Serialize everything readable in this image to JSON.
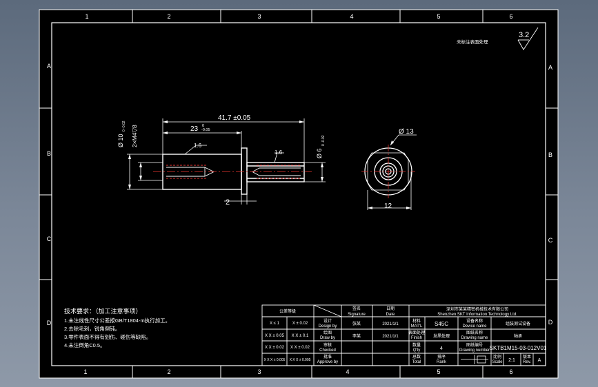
{
  "zone_columns": [
    "1",
    "2",
    "3",
    "4",
    "5",
    "6"
  ],
  "zone_rows": [
    "A",
    "B",
    "C",
    "D"
  ],
  "corner_note": "未标注表面处理",
  "roughness": {
    "value": "3.2"
  },
  "dimensions": {
    "overall_length": "41.7 ±0.05",
    "shaft_length": "23",
    "shaft_tol_upper": "0",
    "shaft_tol_lower": "-0.05",
    "big_diameter": "Ø 10",
    "big_diameter_tol": "0 -0.02",
    "thread_spec": "2×M4▽8",
    "small_diameter": "Ø 6",
    "small_diameter_tol": "0 -0.02",
    "roughness_left": "1.6",
    "roughness_right": "1.6",
    "flange_thickness": "2",
    "outer_diameter": "Ø 13",
    "flat_width": "12"
  },
  "tech_notes": {
    "title": "技术要求：（加工注意事项）",
    "lines": [
      "1.未注线性尺寸公差按GB/T1804-m执行加工。",
      "2.去除毛刺，锐角倒钝。",
      "3.零件表面不得有划伤、碰伤等缺陷。",
      "4.未注倒角C0.5。"
    ]
  },
  "title_block": {
    "tol_header": "公差等级",
    "tol_rows": [
      [
        "X ≤ 1",
        "X ± 0.02"
      ],
      [
        "X X ± 0.05",
        "X X ± 0.1"
      ],
      [
        "X X ± 0.02",
        "X X ± 0.02"
      ],
      [
        "X X X ± 0.005",
        "X X X ± 0.005"
      ]
    ],
    "sig_header_cn": "签名",
    "sig_header_en": "Signature",
    "date_header_cn": "日期",
    "date_header_en": "Date",
    "roles": [
      {
        "cn": "设计",
        "en": "Design by",
        "name": "张某",
        "date": "2021/1/1"
      },
      {
        "cn": "绘图",
        "en": "Draw by",
        "name": "李某",
        "date": "2021/1/1"
      },
      {
        "cn": "审核",
        "en": "Checked",
        "name": "",
        "date": ""
      },
      {
        "cn": "批准",
        "en": "Approve by",
        "name": "",
        "date": ""
      }
    ],
    "company_cn": "深圳市某某精密机械技术有限公司",
    "company_en": "Shenzhen SKT Information Technology Ltd.",
    "material_label_cn": "材料",
    "material_label_en": "MAT'L",
    "material": "S45C",
    "finish_label_cn": "表面处理",
    "finish_label_en": "Finish",
    "finish": "发黑处理",
    "qty_label_cn": "数量",
    "qty_label_en": "Q'ty",
    "qty": "4",
    "total_label_cn": "总数",
    "total_label_en": "Total",
    "rank_label_cn": "排序",
    "rank_label_en": "Rank",
    "device_label_cn": "设备名称",
    "device_label_en": "Device name",
    "device_name": "组装测试设备",
    "drawing_label_cn": "图纸名称",
    "drawing_label_en": "Drawing name",
    "drawing_name": "轴承",
    "number_label_cn": "图纸编号",
    "number_label_en": "Drawing number",
    "drawing_number": "SKTB1M15-03-012V01",
    "scale_label_cn": "比例",
    "scale_label_en": "Scale",
    "scale": "2:1",
    "rev_label_cn": "版本",
    "rev_label_en": "Rev.",
    "rev": "A"
  }
}
